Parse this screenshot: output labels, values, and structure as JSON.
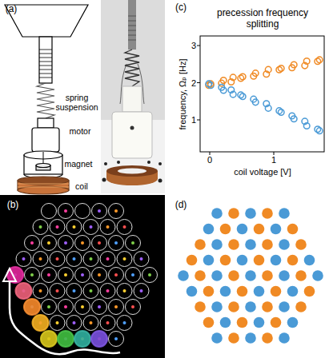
{
  "diagram": {
    "labels": [
      "(a)",
      "spring suspension",
      "motor",
      "magnet",
      "coil",
      "(b)",
      "(c)",
      "precession frequency splitting",
      "3",
      "2",
      "1",
      "frequency, Ωₚ [Hz]",
      "0",
      "1",
      "coil voltage [V]",
      "(d)"
    ]
  }
}
